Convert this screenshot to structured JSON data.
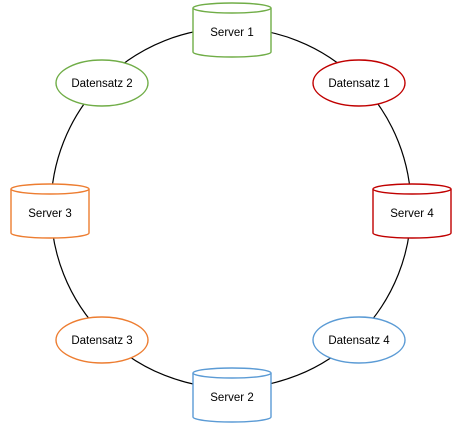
{
  "nodes": [
    {
      "id": "server-1",
      "shape": "cylinder",
      "label": "Server 1",
      "color": "#70ad47"
    },
    {
      "id": "datensatz-1",
      "shape": "ellipse",
      "label": "Datensatz 1",
      "color": "#c00000"
    },
    {
      "id": "server-4",
      "shape": "cylinder",
      "label": "Server 4",
      "color": "#c00000"
    },
    {
      "id": "datensatz-4",
      "shape": "ellipse",
      "label": "Datensatz 4",
      "color": "#5b9bd5"
    },
    {
      "id": "server-2",
      "shape": "cylinder",
      "label": "Server 2",
      "color": "#5b9bd5"
    },
    {
      "id": "datensatz-3",
      "shape": "ellipse",
      "label": "Datensatz 3",
      "color": "#ed7d31"
    },
    {
      "id": "server-3",
      "shape": "cylinder",
      "label": "Server 3",
      "color": "#ed7d31"
    },
    {
      "id": "datensatz-2",
      "shape": "ellipse",
      "label": "Datensatz 2",
      "color": "#70ad47"
    }
  ],
  "ring": {
    "color": "#000000"
  }
}
